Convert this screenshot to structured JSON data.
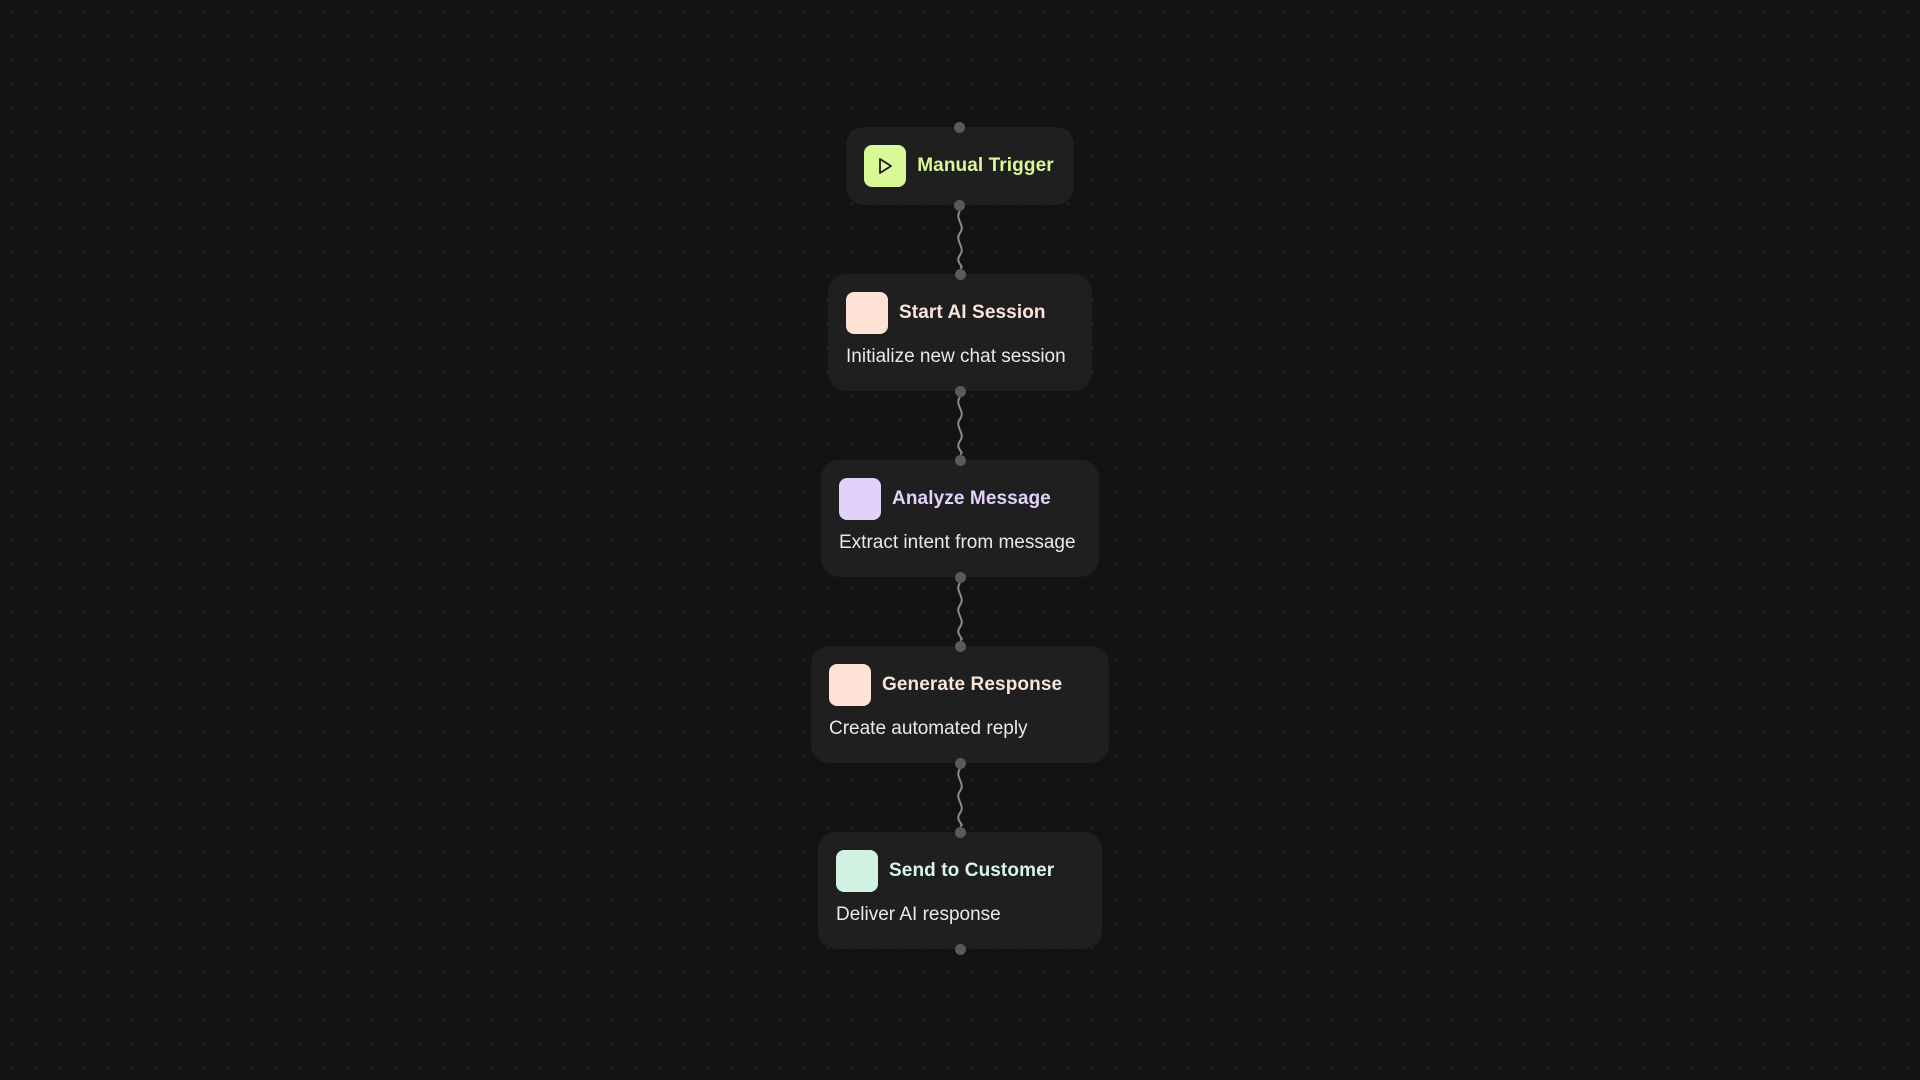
{
  "colors": {
    "background": "#131313",
    "node_background": "#1f1f1f",
    "port": "#5a5a5a",
    "connector": "#8a8a8a",
    "description_text": "#e9e9e9"
  },
  "flow": {
    "trigger": {
      "title": "Manual Trigger",
      "icon": "play-icon",
      "icon_color": "#d8f996",
      "title_color": "#d8f996"
    },
    "steps": [
      {
        "title": "Start AI Session",
        "description": "Initialize new chat session",
        "icon_color": "#fde2d5",
        "title_color": "#fbe4d8"
      },
      {
        "title": "Analyze Message",
        "description": "Extract intent from message",
        "icon_color": "#e2d2fb",
        "title_color": "#e2d2fb"
      },
      {
        "title": "Generate Response",
        "description": "Create automated reply",
        "icon_color": "#fde2d5",
        "title_color": "#fbe4d8"
      },
      {
        "title": "Send to Customer",
        "description": "Deliver AI response",
        "icon_color": "#d2f2e3",
        "title_color": "#d8f5e7"
      }
    ]
  }
}
